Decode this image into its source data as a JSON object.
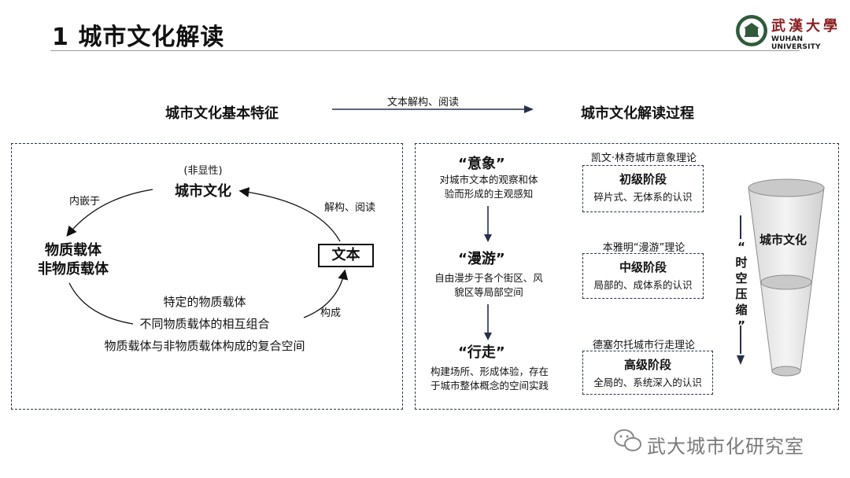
{
  "slide": {
    "title": "1 城市文化解读"
  },
  "logo": {
    "name_cn": "武漢大學",
    "name_en": "WUHAN UNIVERSITY"
  },
  "header": {
    "left_heading": "城市文化基本特征",
    "right_heading": "城市文化解读过程",
    "arrow_label": "文本解构、阅读"
  },
  "left_panel": {
    "non_explicit": "(非显性)",
    "urban_culture": "城市文化",
    "embedded": "内嵌于",
    "deconstruct_read": "解构、阅读",
    "material_carrier": "物质载体",
    "immaterial_carrier": "非物质载体",
    "text_box": "文本",
    "compose": "构成",
    "lines": [
      "特定的物质载体",
      "不同物质载体的相互组合",
      "物质载体与非物质载体构成的复合空间"
    ]
  },
  "right_panel": {
    "steps": [
      {
        "title": "“意象”",
        "desc_1": "对城市文本的观察和体",
        "desc_2": "验而形成的主观感知"
      },
      {
        "title": "“漫游”",
        "desc_1": "自由漫步于各个街区、风",
        "desc_2": "貌区等局部空间"
      },
      {
        "title": "“行走”",
        "desc_1": "构建场所、形成体验，存在",
        "desc_2": "于城市整体概念的空间实践"
      }
    ],
    "theories": [
      "凯文·林奇城市意象理论",
      "本雅明“漫游”理论",
      "德塞尔托城市行走理论"
    ],
    "stages": [
      {
        "title": "初级阶段",
        "desc": "碎片式、无体系的认识"
      },
      {
        "title": "中级阶段",
        "desc": "局部的、成体系的认识"
      },
      {
        "title": "高级阶段",
        "desc": "全局的、系统深入的认识"
      }
    ],
    "compression": {
      "open_quote": "“",
      "chars": [
        "时",
        "空",
        "压",
        "缩"
      ],
      "close_quote": "”"
    },
    "cup_label": "城市文化"
  },
  "watermark": {
    "text": "武大城市化研究室"
  },
  "colors": {
    "dashed_border": "#2a3550",
    "logo_red": "#8a1f1f",
    "cup_gray": "#c9c9c9",
    "arrow_navy": "#26304a"
  }
}
